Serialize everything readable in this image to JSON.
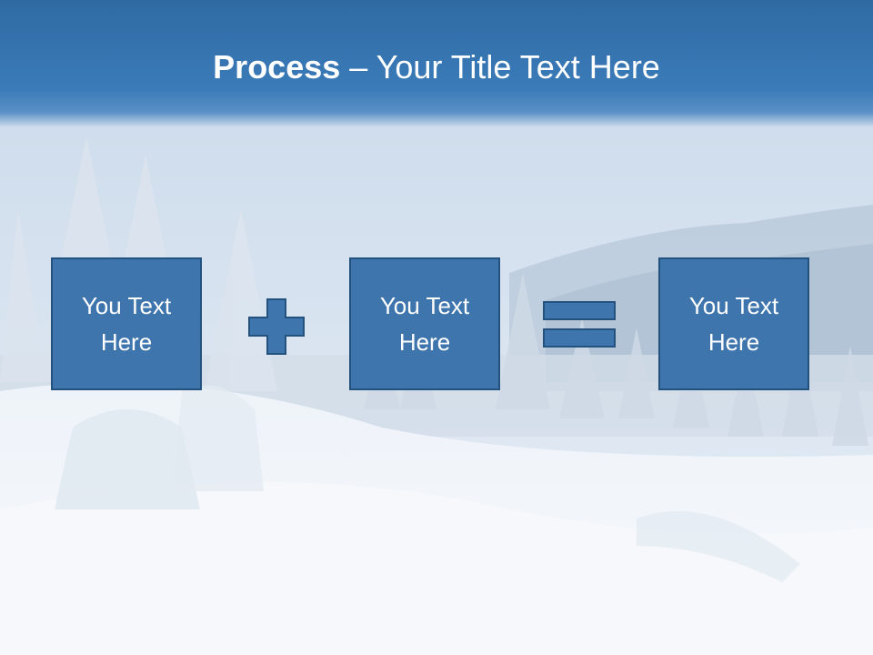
{
  "title": {
    "bold": "Process",
    "rest": " – Your Title Text Here"
  },
  "process": {
    "box1": "You Text Here",
    "operator1": "plus-icon",
    "box2": "You Text Here",
    "operator2": "equals-icon",
    "box3": "You Text Here"
  },
  "colors": {
    "title_band": "#3a7bb8",
    "box_fill": "#3f75ad",
    "box_border": "#24527f",
    "text": "#ffffff"
  }
}
